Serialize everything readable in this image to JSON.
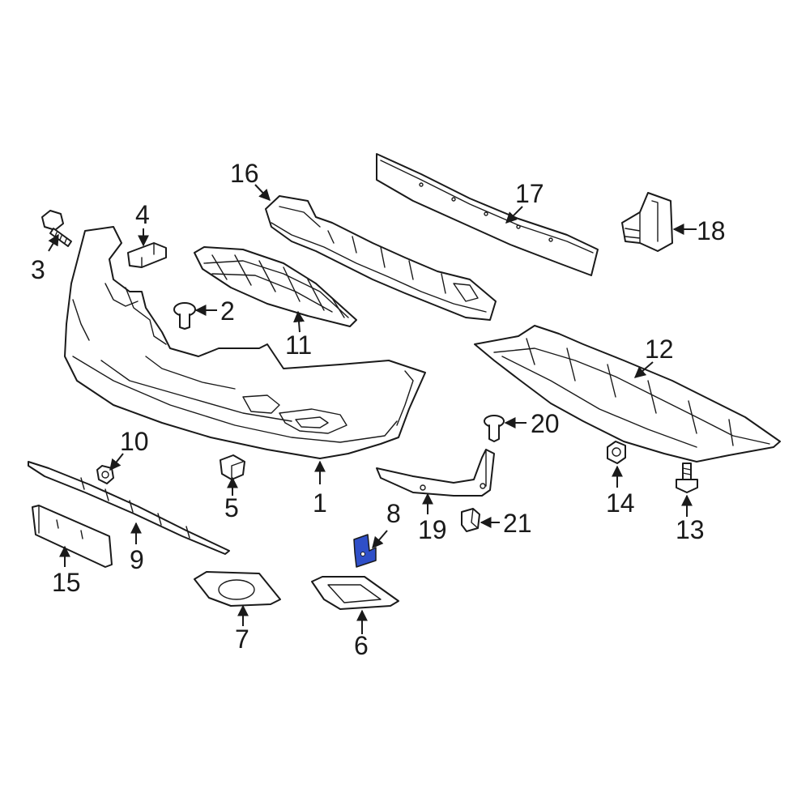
{
  "colors": {
    "line": "#1a1a1a",
    "background": "#ffffff",
    "highlight": "#2f4fc8"
  },
  "highlighted_part": "8",
  "callouts": {
    "c1": "1",
    "c2": "2",
    "c3": "3",
    "c4": "4",
    "c5": "5",
    "c6": "6",
    "c7": "7",
    "c8": "8",
    "c9": "9",
    "c10": "10",
    "c11": "11",
    "c12": "12",
    "c13": "13",
    "c14": "14",
    "c15": "15",
    "c16": "16",
    "c17": "17",
    "c18": "18",
    "c19": "19",
    "c20": "20",
    "c21": "21"
  }
}
